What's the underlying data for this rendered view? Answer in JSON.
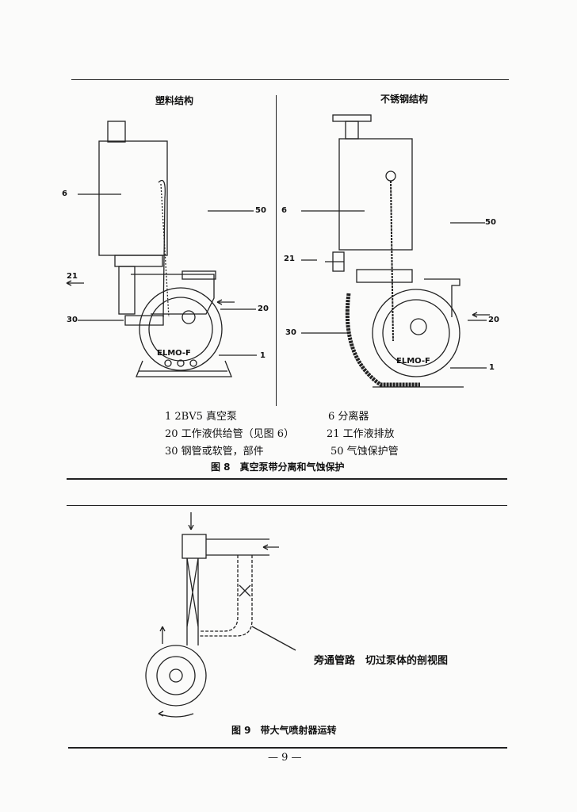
{
  "figure8": {
    "left_heading": "塑料结构",
    "right_heading": "不锈钢结构",
    "left_labels": {
      "p6": "6",
      "p50": "50",
      "p21": "21",
      "p30": "30",
      "p20": "20",
      "p1": "1",
      "brand": "ELMO-F"
    },
    "right_labels": {
      "p6": "6",
      "p50": "50",
      "p21": "21",
      "p30": "30",
      "p20": "20",
      "p1": "1",
      "brand": "ELMO-F"
    },
    "legend": [
      "1 2BV5 真空泵",
      "6 分离器",
      "20 工作液供给管（见图 6）",
      "21 工作液排放",
      "30 钢管或软管，部件",
      "50 气蚀保护管"
    ],
    "caption": "图 8　真空泵带分离和气蚀保护"
  },
  "figure9": {
    "annotation": "旁通管路　切过泵体的剖视图",
    "caption": "图 9　带大气喷射器运转"
  },
  "page_number": "— 9 —"
}
